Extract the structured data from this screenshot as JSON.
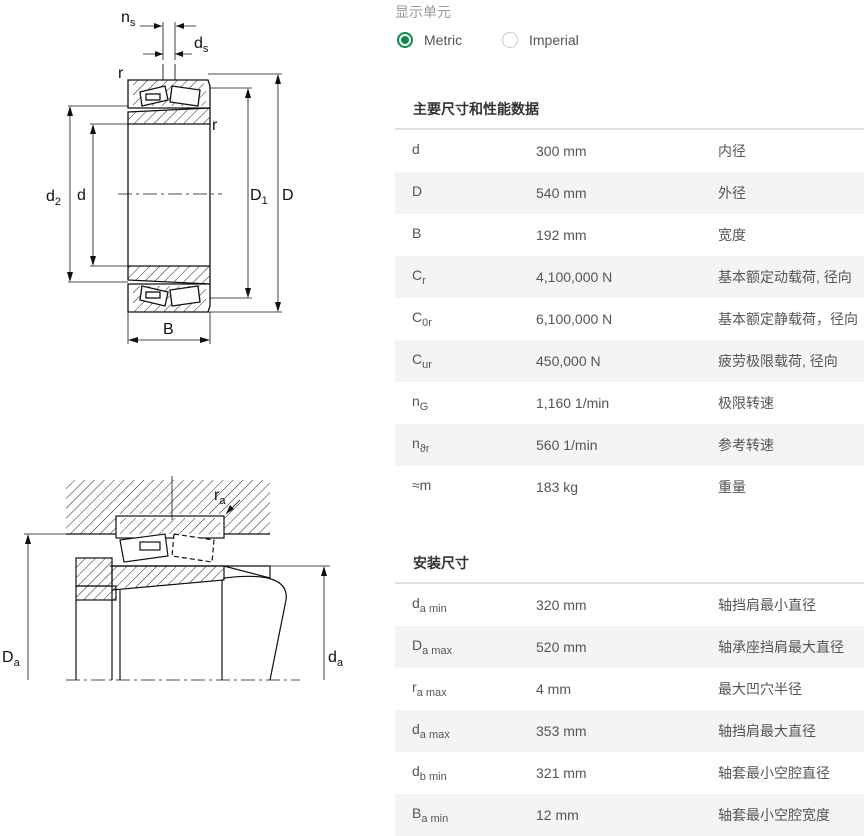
{
  "units": {
    "label": "显示单元",
    "options": [
      {
        "label": "Metric",
        "selected": true
      },
      {
        "label": "Imperial",
        "selected": false
      }
    ]
  },
  "dimensions": {
    "title": "主要尺寸和性能数据",
    "rows": [
      {
        "sym": "d",
        "sub": "",
        "value": "300 mm",
        "desc": "内径"
      },
      {
        "sym": "D",
        "sub": "",
        "value": "540 mm",
        "desc": "外径"
      },
      {
        "sym": "B",
        "sub": "",
        "value": "192 mm",
        "desc": "宽度"
      },
      {
        "sym": "C",
        "sub": "r",
        "value": "4,100,000 N",
        "desc": "基本额定动载荷, 径向"
      },
      {
        "sym": "C",
        "sub": "0r",
        "value": "6,100,000 N",
        "desc": "基本额定静载荷，径向"
      },
      {
        "sym": "C",
        "sub": "ur",
        "value": "450,000 N",
        "desc": "疲劳极限载荷, 径向"
      },
      {
        "sym": "n",
        "sub": "G",
        "value": "1,160 1/min",
        "desc": "极限转速"
      },
      {
        "sym": "n",
        "sub": "ϑr",
        "value": "560 1/min",
        "desc": "参考转速"
      },
      {
        "sym": "≈m",
        "sub": "",
        "value": "183 kg",
        "desc": "重量"
      }
    ]
  },
  "mounting": {
    "title": "安装尺寸",
    "rows": [
      {
        "sym": "d",
        "sub": "a min",
        "value": "320 mm",
        "desc": "轴挡肩最小直径"
      },
      {
        "sym": "D",
        "sub": "a max",
        "value": "520 mm",
        "desc": "轴承座挡肩最大直径"
      },
      {
        "sym": "r",
        "sub": "a max",
        "value": "4 mm",
        "desc": "最大凹穴半径"
      },
      {
        "sym": "d",
        "sub": "a max",
        "value": "353 mm",
        "desc": "轴挡肩最大直径"
      },
      {
        "sym": "d",
        "sub": "b min",
        "value": "321 mm",
        "desc": "轴套最小空腔直径"
      },
      {
        "sym": "B",
        "sub": "a min",
        "value": "12 mm",
        "desc": "轴套最小空腔宽度"
      }
    ]
  },
  "drawing_top": {
    "labels": {
      "ns": "n",
      "ns_sub": "s",
      "ds": "d",
      "ds_sub": "s",
      "r": "r",
      "d2": "d",
      "d2_sub": "2",
      "d": "d",
      "D1": "D",
      "D1_sub": "1",
      "D": "D",
      "B": "B"
    }
  },
  "drawing_bottom": {
    "labels": {
      "ra": "r",
      "ra_sub": "a",
      "Da": "D",
      "Da_sub": "a",
      "da": "d",
      "da_sub": "a"
    }
  },
  "colors": {
    "accent": "#0f8a4f",
    "row_alt": "#f4f4f4",
    "line": "#e0e0e0"
  }
}
